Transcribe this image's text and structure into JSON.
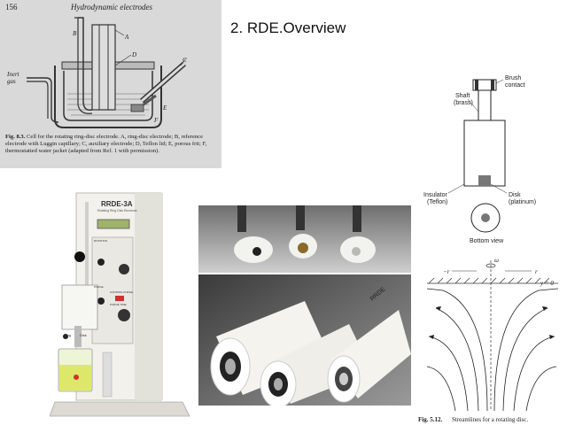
{
  "slide": {
    "title": "2. RDE.Overview"
  },
  "book_figure": {
    "page_number": "156",
    "running_header": "Hydrodynamic electrodes",
    "labels": {
      "A": "A",
      "B": "B",
      "C": "C",
      "D": "D",
      "E": "E",
      "F": "F",
      "inert_gas": "Inert gas"
    },
    "caption_fig": "Fig. 8.3.",
    "caption_text": "Cell for the rotating ring-disc electrode. A, ring-disc electrode; B, reference electrode with Luggin capillary; C, auxiliary electrode; D, Teflon lid; E, porous frit; F, thermostatted water jacket (adapted from Ref. 1 with permission)."
  },
  "instrument_photo": {
    "model": "RRDE-3A",
    "subtitle": "Rotating Ring Disk Electrode",
    "disk_label": "Disk",
    "ring_label": "Ring",
    "panel_labels": [
      "ROTATION",
      "PURGE",
      "CONTROL PURGE",
      "PURGE TIME"
    ]
  },
  "electrodes_photo_bottom": {
    "label": "RRDE"
  },
  "rde_diagram": {
    "brush_contact": [
      "Brush",
      "contact"
    ],
    "shaft": [
      "Shaft",
      "(brass)"
    ],
    "insulator": [
      "Insulator",
      "(Teflon)"
    ],
    "disk": [
      "Disk",
      "(platinum)"
    ],
    "bottom_view": "Bottom view"
  },
  "streamline_figure": {
    "omega": "ω",
    "axis_r": "r",
    "axis_minus_r": "−r",
    "y_zero": "y = 0",
    "caption_fig": "Fig. 5.12.",
    "caption_text": "Streamlines for a rotating disc."
  }
}
